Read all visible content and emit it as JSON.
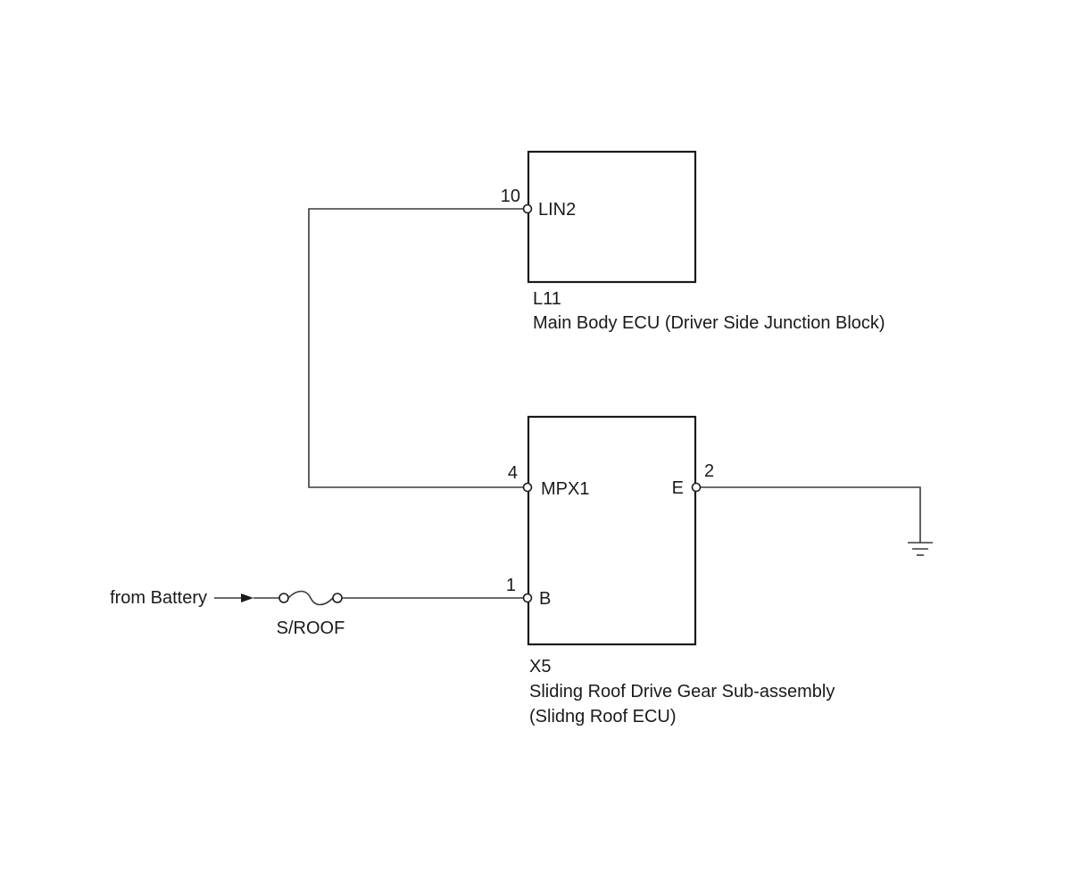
{
  "ecu_main": {
    "connector": "L11",
    "name": "Main Body ECU (Driver Side Junction Block)",
    "pins": [
      {
        "number": "10",
        "label": "LIN2"
      }
    ]
  },
  "ecu_roof": {
    "connector": "X5",
    "name_line1": "Sliding Roof Drive Gear Sub-assembly",
    "name_line2": "(Slidng Roof ECU)",
    "pins": [
      {
        "number": "4",
        "label": "MPX1"
      },
      {
        "number": "2",
        "label": "E"
      },
      {
        "number": "1",
        "label": "B"
      }
    ]
  },
  "power_source": {
    "label": "from Battery"
  },
  "fuse": {
    "label": "S/ROOF"
  },
  "ground": {
    "symbol": "ground-icon"
  }
}
